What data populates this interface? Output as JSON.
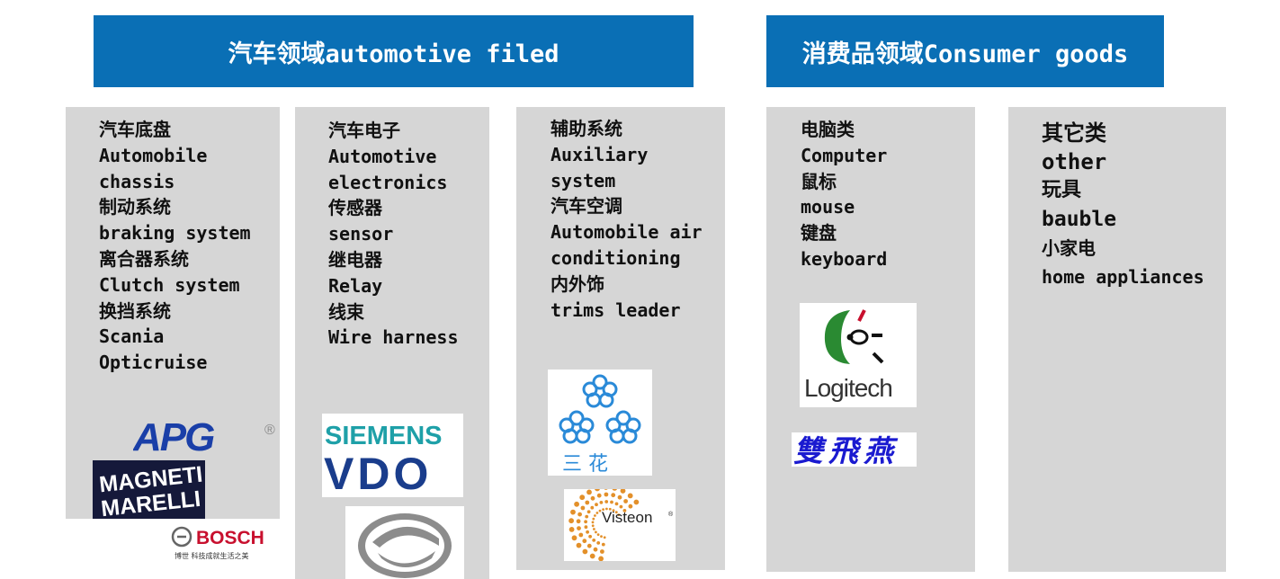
{
  "banners": {
    "automotive": "汽车领域automotive filed",
    "consumer": "消费品领域Consumer goods"
  },
  "colors": {
    "banner": "#0a6fb5",
    "panel": "#d6d6d6",
    "apg_blue": "#1a3fa8",
    "magneti_bg": "#15193a",
    "bosch_red": "#c8102e",
    "siemens_teal": "#1ea0a8",
    "vdo_navy": "#1a3d8c",
    "sanhua_blue": "#2a8ad8",
    "visteon_orange": "#e3902a",
    "logitech_green": "#2a8a32",
    "shuangfeiyan_blue": "#1a1ad0"
  },
  "columns": {
    "chassis": [
      "汽车底盘",
      "Automobile",
      "chassis",
      "制动系统",
      "braking system",
      "离合器系统",
      "Clutch system",
      "换挡系统",
      "Scania",
      "Opticruise"
    ],
    "electronics": [
      "汽车电子",
      "Automotive",
      "electronics",
      "传感器",
      "sensor",
      "继电器",
      "Relay",
      "线束",
      "Wire harness"
    ],
    "auxiliary": [
      "辅助系统",
      "Auxiliary",
      "system",
      "汽车空调",
      "Automobile air",
      "conditioning",
      "内外饰",
      "trims leader"
    ],
    "computer": [
      "电脑类",
      "Computer",
      "鼠标",
      "mouse",
      "键盘",
      "keyboard"
    ],
    "other": [
      "其它类",
      "other",
      "玩具",
      "bauble",
      "小家电",
      "home appliances"
    ]
  },
  "logos": {
    "apg": {
      "icon": "apg-logo",
      "text": "APG",
      "mark": "®"
    },
    "magneti": {
      "icon": "magneti-marelli-logo",
      "line1": "MAGNETI",
      "line2": "MARELLI"
    },
    "bosch": {
      "icon": "bosch-logo",
      "text": "BOSCH",
      "tagline": "博世 科技成就生活之美"
    },
    "siemens": {
      "icon": "siemens-vdo-logo",
      "line1": "SIEMENS",
      "line2": "VDO"
    },
    "gac": {
      "icon": "gac-logo"
    },
    "sanhua": {
      "icon": "sanhua-logo",
      "text": "三 花"
    },
    "visteon": {
      "icon": "visteon-logo",
      "text": "Visteon",
      "mark": "®"
    },
    "logitech": {
      "icon": "logitech-logo",
      "text": "Logitech"
    },
    "shuangfeiyan": {
      "icon": "shuangfeiyan-logo",
      "text": "雙飛燕"
    }
  }
}
